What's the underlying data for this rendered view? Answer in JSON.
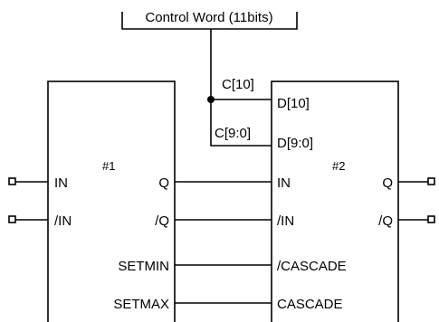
{
  "control_word": {
    "label": "Control Word (11bits)"
  },
  "bus": {
    "c_msb": "C[10]",
    "c_lsb": "C[9:0]"
  },
  "block1": {
    "title": "#1",
    "ports": {
      "in": "IN",
      "in_n": "/IN",
      "q": "Q",
      "q_n": "/Q",
      "setmin": "SETMIN",
      "setmax": "SETMAX"
    }
  },
  "block2": {
    "title": "#2",
    "ports": {
      "d_msb": "D[10]",
      "d_lsb": "D[9:0]",
      "in": "IN",
      "in_n": "/IN",
      "cascade_n": "/CASCADE",
      "cascade": "CASCADE",
      "q": "Q",
      "q_n": "/Q"
    }
  }
}
